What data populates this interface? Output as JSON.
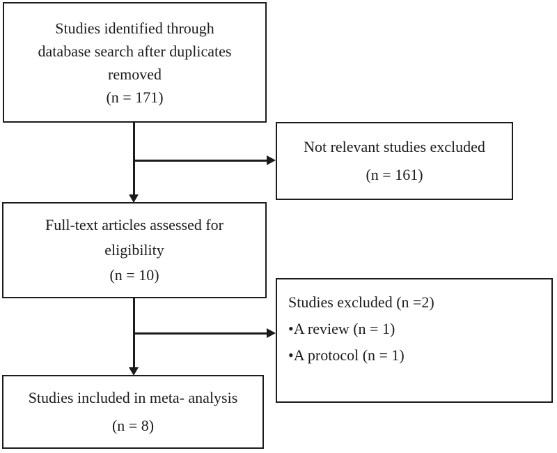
{
  "diagram": {
    "type": "prisma-flowchart",
    "colors": {
      "background": "#ffffff",
      "border": "#1b1b1b",
      "text": "#1b1b1b"
    },
    "boxes": {
      "identified": {
        "lines": [
          "Studies identified through",
          "database search after duplicates",
          "removed",
          "(n = 171)"
        ]
      },
      "not_relevant": {
        "lines": [
          "Not relevant studies excluded",
          "(n = 161)"
        ]
      },
      "fulltext": {
        "lines": [
          "Full-text articles assessed for",
          "eligibility",
          "(n = 10)"
        ]
      },
      "excluded": {
        "lines": [
          "Studies excluded (n =2)",
          "•A review (n = 1)",
          "•A protocol (n = 1)"
        ]
      },
      "included": {
        "lines": [
          "Studies included in meta- analysis",
          "(n = 8)"
        ]
      }
    },
    "connectors": [
      {
        "from": "identified",
        "to": "fulltext",
        "direction": "down"
      },
      {
        "from": "identified-fulltext-line",
        "to": "not_relevant",
        "direction": "right"
      },
      {
        "from": "fulltext",
        "to": "included",
        "direction": "down"
      },
      {
        "from": "fulltext-included-line",
        "to": "excluded",
        "direction": "right"
      }
    ]
  }
}
